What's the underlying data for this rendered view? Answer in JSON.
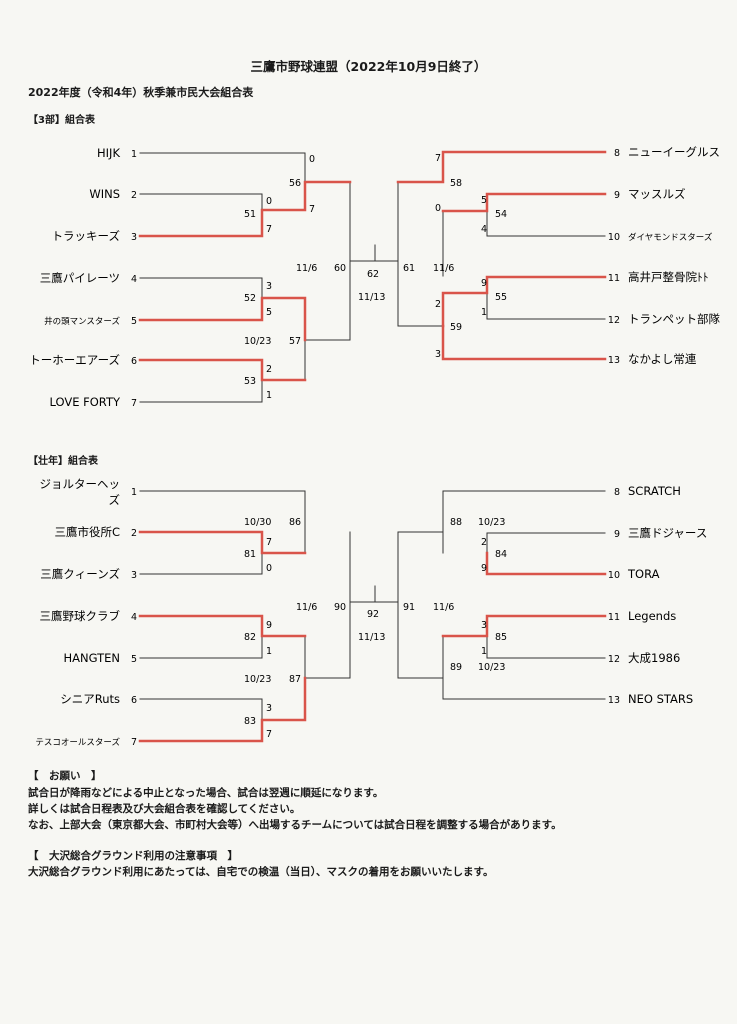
{
  "title": "三鷹市野球連盟（2022年10月9日終了）",
  "subtitle": "2022年度（令和4年）秋季兼市民大会組合表",
  "colors": {
    "win_line": "#d9544a",
    "line": "#333333"
  },
  "section1": {
    "label": "【3部】組合表",
    "left_teams": [
      {
        "num": "1",
        "name": "HIJK"
      },
      {
        "num": "2",
        "name": "WINS"
      },
      {
        "num": "3",
        "name": "トラッキーズ"
      },
      {
        "num": "4",
        "name": "三鷹パイレーツ"
      },
      {
        "num": "5",
        "name": "井の頭マンスターズ"
      },
      {
        "num": "6",
        "name": "トーホーエアーズ"
      },
      {
        "num": "7",
        "name": "LOVE  FORTY"
      }
    ],
    "right_teams": [
      {
        "num": "8",
        "name": "ニューイーグルス"
      },
      {
        "num": "9",
        "name": "マッスルズ"
      },
      {
        "num": "10",
        "name": "ダイヤモンドスターズ"
      },
      {
        "num": "11",
        "name": "高井戸整骨院ﾄﾄ"
      },
      {
        "num": "12",
        "name": "トランペット部隊"
      },
      {
        "num": "13",
        "name": "なかよし常連"
      }
    ],
    "games": {
      "g51": "51",
      "g52": "52",
      "g53": "53",
      "g56": "56",
      "g57": "57",
      "g60": "60",
      "g62": "62",
      "g61": "61",
      "g58": "58",
      "g54": "54",
      "g55": "55",
      "g59": "59"
    },
    "scores": {
      "s1": "0",
      "s56": "7",
      "s2": "0",
      "s3": "7",
      "s4": "3",
      "s5": "5",
      "s6": "2",
      "s7": "1",
      "s8": "7",
      "s58": "0",
      "s9": "5",
      "s10": "4",
      "s11": "9",
      "s12": "1",
      "s59": "2",
      "s13": "3"
    },
    "dates": {
      "left": "11/6",
      "center": "11/13",
      "right": "11/6",
      "d57": "10/23"
    }
  },
  "section2": {
    "label": "【壮年】組合表",
    "left_teams": [
      {
        "num": "1",
        "name": "ジョルターヘッズ"
      },
      {
        "num": "2",
        "name": "三鷹市役所C"
      },
      {
        "num": "3",
        "name": "三鷹クィーンズ"
      },
      {
        "num": "4",
        "name": "三鷹野球クラブ"
      },
      {
        "num": "5",
        "name": "HANGTEN"
      },
      {
        "num": "6",
        "name": "シニアRuts"
      },
      {
        "num": "7",
        "name": "テスコオールスターズ"
      }
    ],
    "right_teams": [
      {
        "num": "8",
        "name": "SCRATCH"
      },
      {
        "num": "9",
        "name": "三鷹ドジャース"
      },
      {
        "num": "10",
        "name": "TORA"
      },
      {
        "num": "11",
        "name": "Legends"
      },
      {
        "num": "12",
        "name": "大成1986"
      },
      {
        "num": "13",
        "name": "NEO  STARS"
      }
    ],
    "games": {
      "g81": "81",
      "g82": "82",
      "g83": "83",
      "g86": "86",
      "g87": "87",
      "g90": "90",
      "g92": "92",
      "g91": "91",
      "g88": "88",
      "g84": "84",
      "g85": "85",
      "g89": "89"
    },
    "scores": {
      "s2": "7",
      "s3": "0",
      "s4": "9",
      "s5": "1",
      "s6": "3",
      "s7": "7",
      "s9": "2",
      "s10": "9",
      "s11": "3",
      "s12": "1"
    },
    "dates": {
      "d86": "10/30",
      "d87": "10/23",
      "left": "11/6",
      "center": "11/13",
      "right": "11/6",
      "d88": "10/23",
      "d89": "10/23"
    }
  },
  "notice": {
    "heading": "【　お願い　】",
    "lines": [
      "試合日が降雨などによる中止となった場合、試合は翌週に順延になります。",
      "詳しくは試合日程表及び大会組合表を確認してください。",
      "なお、上部大会（東京都大会、市町村大会等）へ出場するチームについては試合日程を調整する場合があります。"
    ]
  },
  "ground": {
    "heading": "【　大沢総合グラウンド利用の注意事項　】",
    "lines": [
      "大沢総合グラウンド利用にあたっては、自宅での検温（当日）、マスクの着用をお願いいたします。"
    ]
  }
}
